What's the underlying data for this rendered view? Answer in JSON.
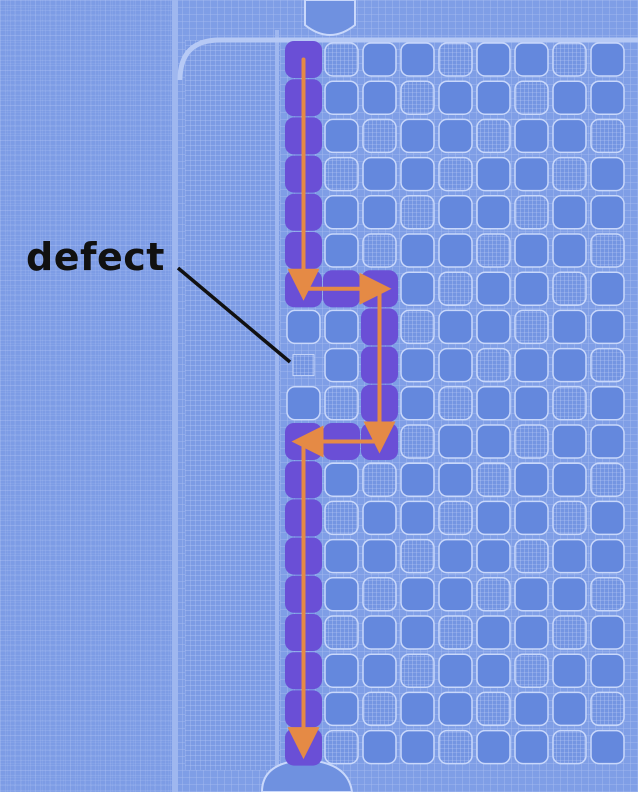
{
  "annotation": {
    "label": "defect"
  },
  "colors": {
    "substrate": "#7f9ee6",
    "grid_line": "#a9bff2",
    "pad_fill": "#6488dd",
    "pad_border": "#c9d8fb",
    "path_cell": "#6a4fd6",
    "arrow": "#e58a45",
    "pointer": "#111111"
  },
  "grid": {
    "columns": 9,
    "rows": 19
  },
  "routing_path": {
    "description_free": true,
    "cells": [
      [
        0,
        0
      ],
      [
        0,
        1
      ],
      [
        0,
        2
      ],
      [
        0,
        3
      ],
      [
        0,
        4
      ],
      [
        0,
        5
      ],
      [
        0,
        6
      ],
      [
        1,
        6
      ],
      [
        2,
        6
      ],
      [
        2,
        7
      ],
      [
        2,
        8
      ],
      [
        2,
        9
      ],
      [
        2,
        10
      ],
      [
        1,
        10
      ],
      [
        0,
        10
      ],
      [
        0,
        11
      ],
      [
        0,
        12
      ],
      [
        0,
        13
      ],
      [
        0,
        14
      ],
      [
        0,
        15
      ],
      [
        0,
        16
      ],
      [
        0,
        17
      ],
      [
        0,
        18
      ]
    ],
    "defect_cell": [
      0,
      8
    ]
  }
}
